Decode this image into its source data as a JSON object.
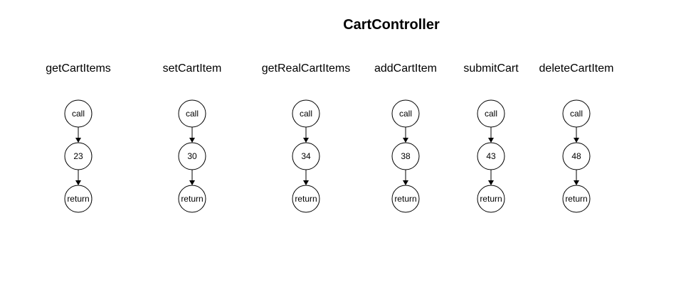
{
  "title": "CartController",
  "methods": [
    {
      "name": "getCartItems",
      "nodes": [
        "call",
        "23",
        "return"
      ]
    },
    {
      "name": "setCartItem",
      "nodes": [
        "call",
        "30",
        "return"
      ]
    },
    {
      "name": "getRealCartItems",
      "nodes": [
        "call",
        "34",
        "return"
      ]
    },
    {
      "name": "addCartItem",
      "nodes": [
        "call",
        "38",
        "return"
      ]
    },
    {
      "name": "submitCart",
      "nodes": [
        "call",
        "43",
        "return"
      ]
    },
    {
      "name": "deleteCartItem",
      "nodes": [
        "call",
        "48",
        "return"
      ]
    }
  ]
}
